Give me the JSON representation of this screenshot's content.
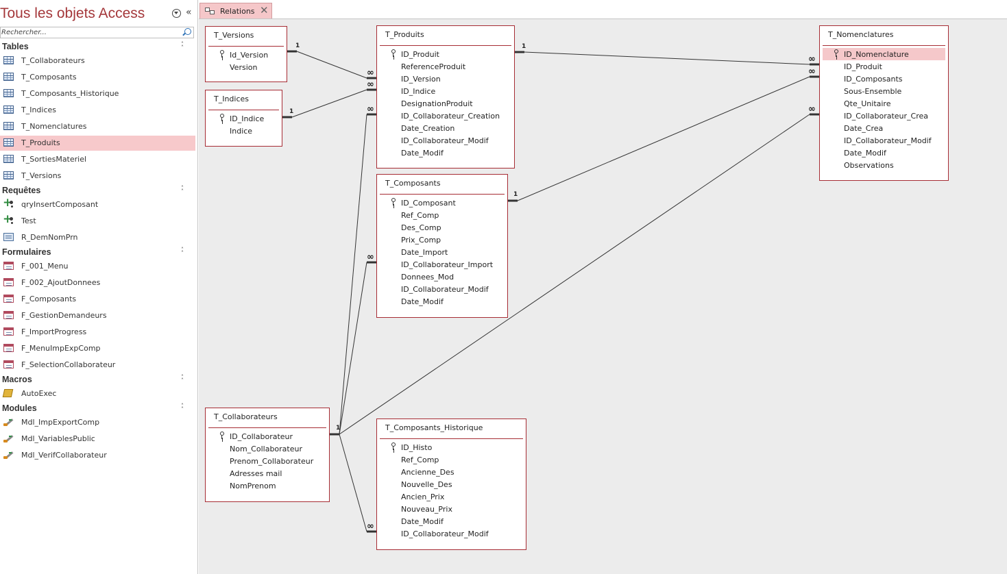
{
  "navigation_pane": {
    "title": "Tous les objets Access",
    "search_placeholder": "Rechercher...",
    "groups": [
      {
        "label": "Tables",
        "items": [
          {
            "label": "T_Collaborateurs",
            "icon": "table-icon"
          },
          {
            "label": "T_Composants",
            "icon": "table-icon"
          },
          {
            "label": "T_Composants_Historique",
            "icon": "table-icon"
          },
          {
            "label": "T_Indices",
            "icon": "table-icon"
          },
          {
            "label": "T_Nomenclatures",
            "icon": "table-icon"
          },
          {
            "label": "T_Produits",
            "icon": "table-icon",
            "selected": true
          },
          {
            "label": "T_SortiesMateriel",
            "icon": "table-icon"
          },
          {
            "label": "T_Versions",
            "icon": "table-icon"
          }
        ]
      },
      {
        "label": "Requêtes",
        "items": [
          {
            "label": "qryInsertComposant",
            "icon": "append-query-icon"
          },
          {
            "label": "Test",
            "icon": "append-query-icon"
          },
          {
            "label": "R_DemNomPrn",
            "icon": "select-query-icon"
          }
        ]
      },
      {
        "label": "Formulaires",
        "items": [
          {
            "label": "F_001_Menu",
            "icon": "form-icon"
          },
          {
            "label": "F_002_AjoutDonnees",
            "icon": "form-icon"
          },
          {
            "label": "F_Composants",
            "icon": "form-icon"
          },
          {
            "label": "F_GestionDemandeurs",
            "icon": "form-icon"
          },
          {
            "label": "F_ImportProgress",
            "icon": "form-icon"
          },
          {
            "label": "F_MenuImpExpComp",
            "icon": "form-icon"
          },
          {
            "label": "F_SelectionCollaborateur",
            "icon": "form-icon"
          }
        ]
      },
      {
        "label": "Macros",
        "items": [
          {
            "label": "AutoExec",
            "icon": "macro-icon"
          }
        ]
      },
      {
        "label": "Modules",
        "items": [
          {
            "label": "Mdl_ImpExportComp",
            "icon": "module-icon"
          },
          {
            "label": "Mdl_VariablesPublic",
            "icon": "module-icon"
          },
          {
            "label": "Mdl_VerifCollaborateur",
            "icon": "module-icon"
          }
        ]
      }
    ]
  },
  "document_tab": {
    "label": "Relations"
  },
  "relationships": {
    "tables": [
      {
        "name": "T_Versions",
        "fields": [
          {
            "name": "Id_Version",
            "pk": true
          },
          {
            "name": "Version"
          }
        ]
      },
      {
        "name": "T_Indices",
        "fields": [
          {
            "name": "ID_Indice",
            "pk": true
          },
          {
            "name": "Indice"
          }
        ]
      },
      {
        "name": "T_Produits",
        "fields": [
          {
            "name": "ID_Produit",
            "pk": true
          },
          {
            "name": "ReferenceProduit"
          },
          {
            "name": "ID_Version"
          },
          {
            "name": "ID_Indice"
          },
          {
            "name": "DesignationProduit"
          },
          {
            "name": "ID_Collaborateur_Creation"
          },
          {
            "name": "Date_Creation"
          },
          {
            "name": "ID_Collaborateur_Modif"
          },
          {
            "name": "Date_Modif"
          }
        ]
      },
      {
        "name": "T_Composants",
        "fields": [
          {
            "name": "ID_Composant",
            "pk": true
          },
          {
            "name": "Ref_Comp"
          },
          {
            "name": "Des_Comp"
          },
          {
            "name": "Prix_Comp"
          },
          {
            "name": "Date_Import"
          },
          {
            "name": "ID_Collaborateur_Import"
          },
          {
            "name": "Donnees_Mod"
          },
          {
            "name": "ID_Collaborateur_Modif"
          },
          {
            "name": "Date_Modif"
          }
        ]
      },
      {
        "name": "T_Nomenclatures",
        "fields": [
          {
            "name": "ID_Nomenclature",
            "pk": true,
            "selected": true
          },
          {
            "name": "ID_Produit"
          },
          {
            "name": "ID_Composants"
          },
          {
            "name": "Sous-Ensemble"
          },
          {
            "name": "Qte_Unitaire"
          },
          {
            "name": "ID_Collaborateur_Crea"
          },
          {
            "name": "Date_Crea"
          },
          {
            "name": "ID_Collaborateur_Modif"
          },
          {
            "name": "Date_Modif"
          },
          {
            "name": "Observations"
          }
        ]
      },
      {
        "name": "T_Collaborateurs",
        "fields": [
          {
            "name": "ID_Collaborateur",
            "pk": true
          },
          {
            "name": "Nom_Collaborateur"
          },
          {
            "name": "Prenom_Collaborateur"
          },
          {
            "name": "Adresses mail"
          },
          {
            "name": "NomPrenom"
          }
        ]
      },
      {
        "name": "T_Composants_Historique",
        "fields": [
          {
            "name": "ID_Histo",
            "pk": true
          },
          {
            "name": "Ref_Comp"
          },
          {
            "name": "Ancienne_Des"
          },
          {
            "name": "Nouvelle_Des"
          },
          {
            "name": "Ancien_Prix"
          },
          {
            "name": "Nouveau_Prix"
          },
          {
            "name": "Date_Modif"
          },
          {
            "name": "ID_Collaborateur_Modif"
          }
        ]
      }
    ],
    "relations": [
      {
        "from": "T_Versions.Id_Version",
        "to": "T_Produits.ID_Version",
        "one": "1",
        "many": "∞"
      },
      {
        "from": "T_Indices.ID_Indice",
        "to": "T_Produits.ID_Indice",
        "one": "1",
        "many": "∞"
      },
      {
        "from": "T_Produits.ID_Produit",
        "to": "T_Nomenclatures.ID_Produit",
        "one": "1",
        "many": "∞"
      },
      {
        "from": "T_Composants.ID_Composant",
        "to": "T_Nomenclatures.ID_Composants",
        "one": "1",
        "many": "∞"
      },
      {
        "from": "T_Collaborateurs.ID_Collaborateur",
        "to": "T_Produits.ID_Collaborateur_Creation",
        "one": "1",
        "many": "∞"
      },
      {
        "from": "T_Collaborateurs.ID_Collaborateur",
        "to": "T_Composants.ID_Collaborateur_Import",
        "one": "1",
        "many": "∞"
      },
      {
        "from": "T_Collaborateurs.ID_Collaborateur",
        "to": "T_Nomenclatures.ID_Collaborateur_Crea",
        "one": "1",
        "many": "∞"
      },
      {
        "from": "T_Collaborateurs.ID_Collaborateur",
        "to": "T_Composants_Historique.ID_Collaborateur_Modif",
        "one": "1",
        "many": "∞"
      }
    ]
  },
  "colors": {
    "accent": "#a4373a",
    "selection": "#f7c9cb",
    "table_border": "#a62b33",
    "canvas_bg": "#ececec"
  }
}
